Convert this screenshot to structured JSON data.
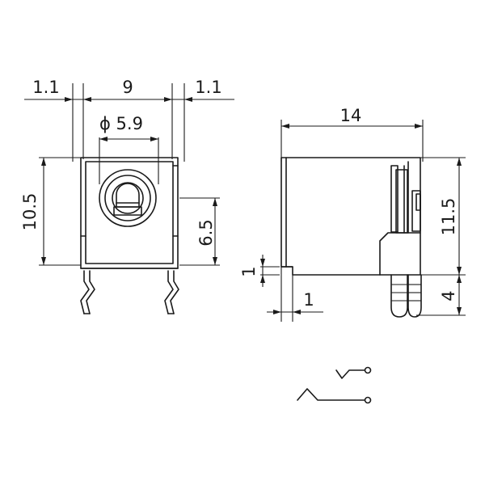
{
  "front_view": {
    "dims": {
      "side_left": "1.1",
      "width": "9",
      "side_right": "1.1",
      "hole_diameter": "ϕ 5.9",
      "height": "10.5",
      "center_height": "6.5"
    }
  },
  "side_view": {
    "dims": {
      "depth": "14",
      "body_height": "11.5",
      "pin_length": "4",
      "tab_height": "1",
      "tab_width": "1"
    }
  },
  "schematic": {
    "symbol": "jack-switch-symbol"
  }
}
